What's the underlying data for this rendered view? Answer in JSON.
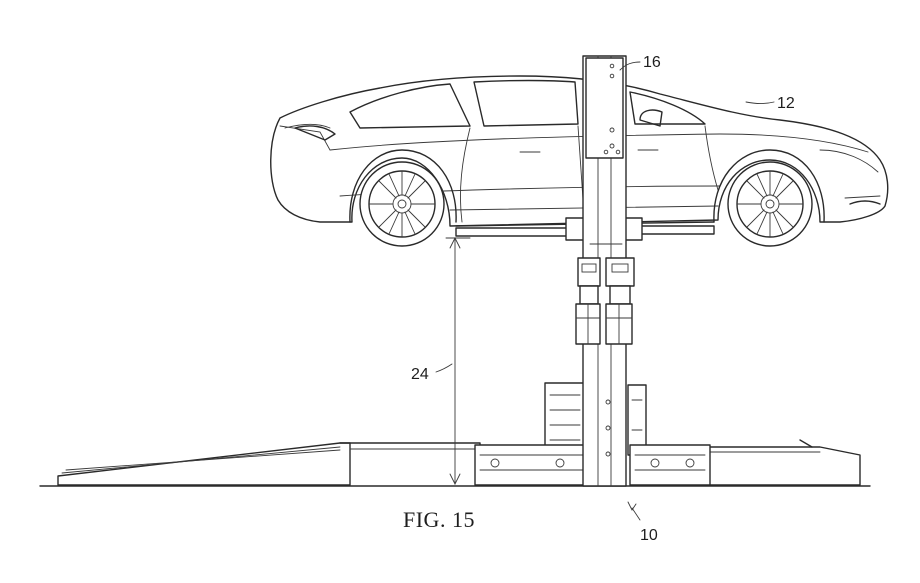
{
  "figure": {
    "caption": "FIG. 15",
    "refs": {
      "lift": "10",
      "vehicle": "12",
      "column": "16",
      "height": "24"
    }
  }
}
